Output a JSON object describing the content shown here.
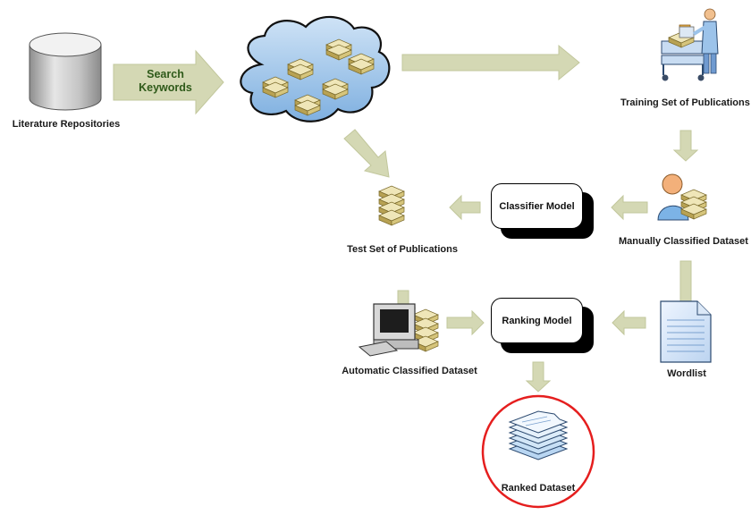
{
  "labels": {
    "literature_repositories": "Literature Repositories",
    "search_keywords_line1": "Search",
    "search_keywords_line2": "Keywords",
    "training_set": "Training Set of Publications",
    "manually_classified": "Manually Classified Dataset",
    "test_set": "Test Set of Publications",
    "automatic_classified": "Automatic Classified Dataset",
    "wordlist": "Wordlist",
    "ranked_dataset": "Ranked Dataset",
    "classifier_model": "Classifier Model",
    "ranking_model": "Ranking Model"
  },
  "colors": {
    "arrow": "#d4d8b4",
    "arrow_stroke": "#c2c79c",
    "highlight": "#e51e1e",
    "cloud": "#a9cdee",
    "book": "#e2d6a0"
  },
  "icons": {
    "database": "database-cylinder-icon",
    "cloud": "cloud-of-publications-icon",
    "person_cart": "person-with-cart-icon",
    "person_books": "person-with-books-icon",
    "books": "stacked-books-icon",
    "computer": "computer-with-books-icon",
    "document": "document-icon",
    "stack": "stacked-sheets-icon"
  }
}
